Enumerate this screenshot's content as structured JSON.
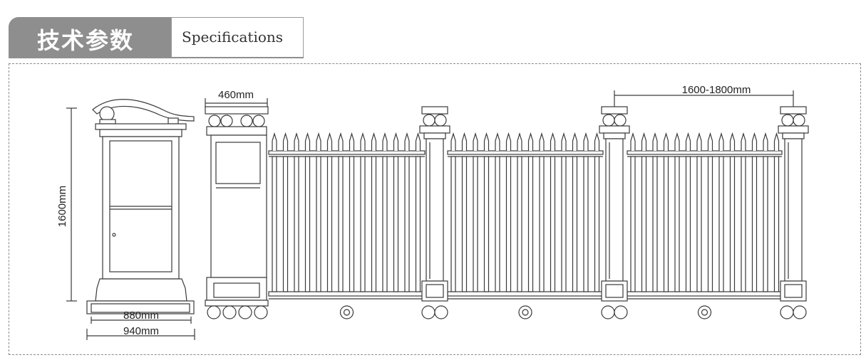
{
  "header": {
    "title_cn": "技术参数",
    "title_en": "Specifications"
  },
  "dimensions": {
    "post_height": "1600mm",
    "post_inner_width": "880mm",
    "post_outer_width": "940mm",
    "pillar_width": "460mm",
    "segment_span": "1600-1800mm"
  },
  "colors": {
    "header_dark": "#8e8e8e",
    "line": "#3a3a3a"
  }
}
